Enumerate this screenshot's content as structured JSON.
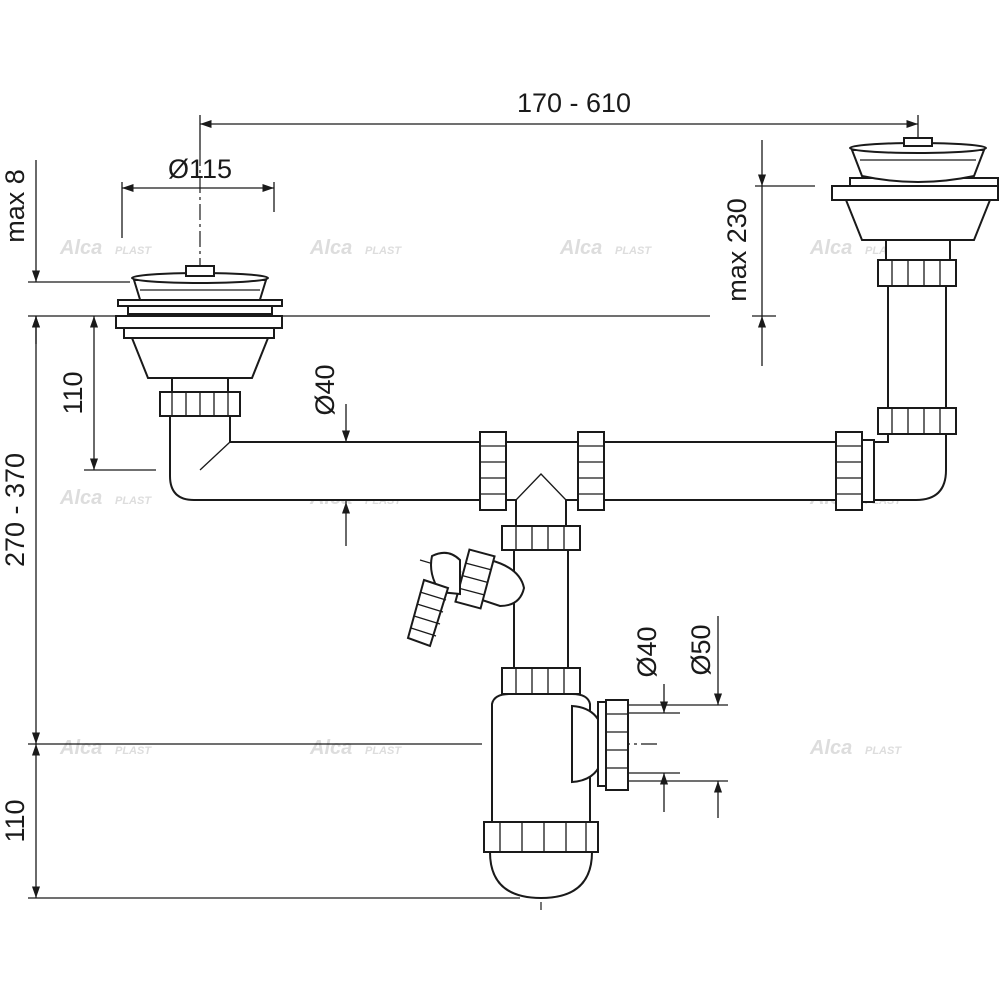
{
  "brand": {
    "watermark_text": "Alca",
    "watermark_suffix": "PLAST"
  },
  "dimensions": {
    "spacing_range": "170 - 610",
    "strainer_diameter": "Ø115",
    "max_height_left": "max 8",
    "max_height_right": "max 230",
    "inlet_depth": "110",
    "pipe_diameter": "Ø40",
    "total_height": "270 - 370",
    "outlet_diameter_small": "Ø40",
    "outlet_diameter_large": "Ø50",
    "bottle_depth": "110"
  },
  "colors": {
    "line": "#1a1a1a",
    "watermark": "#dddddd"
  }
}
